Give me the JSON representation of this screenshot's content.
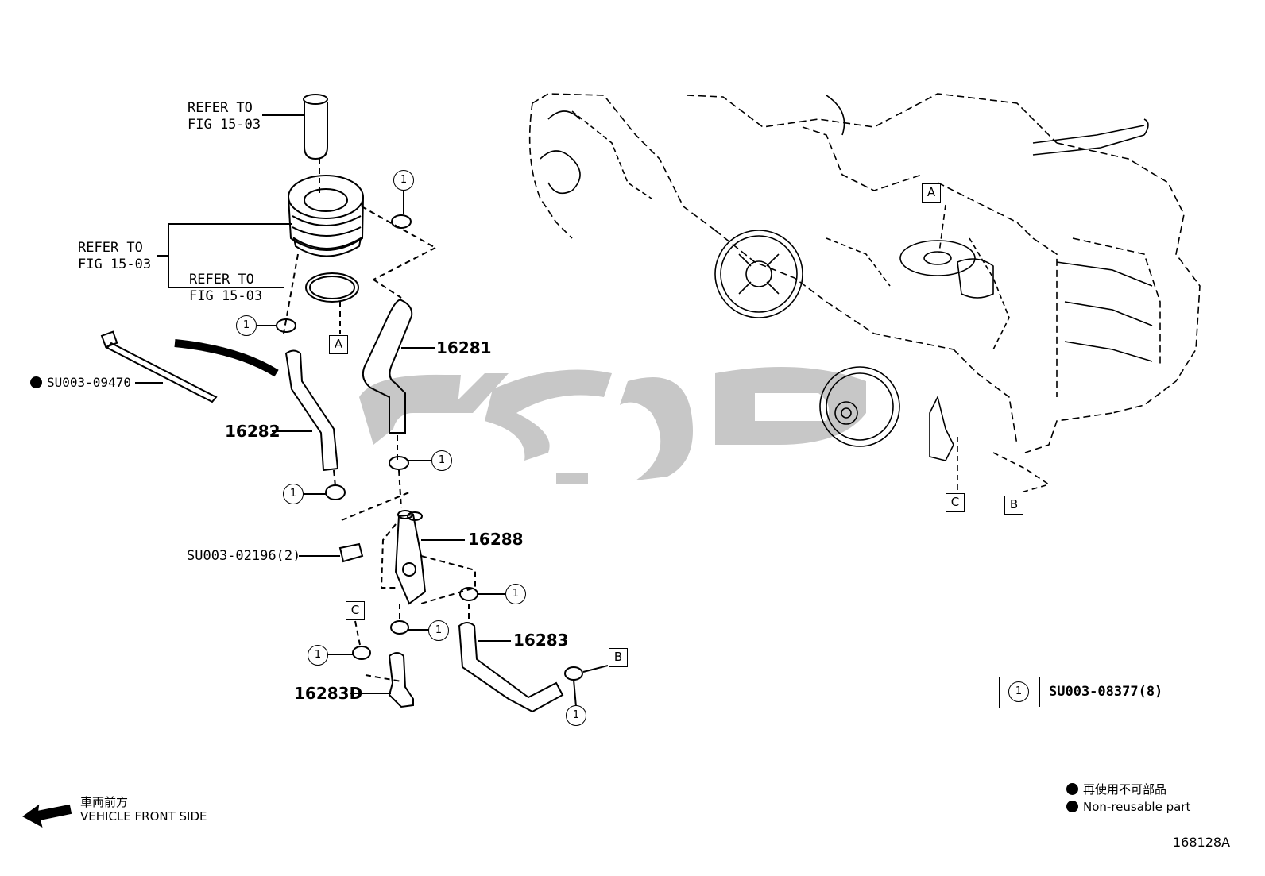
{
  "refer_top": "REFER TO\nFIG 15-03",
  "refer_left": "REFER TO\nFIG 15-03",
  "refer_mid": "REFER TO\nFIG 15-03",
  "clip_part": "SU003-09470",
  "bolt_part": "SU003-02196(2)",
  "parts": [
    "16281",
    "16282",
    "16288",
    "16283",
    "16283D"
  ],
  "markers": {
    "a": "A",
    "b": "B",
    "c": "C"
  },
  "clamp_num": "1",
  "legend": {
    "num": "1",
    "part": "SU003-08377(8)"
  },
  "front": {
    "jp": "車両前方",
    "en": "VEHICLE FRONT SIDE"
  },
  "nonreuse": {
    "jp": "再使用不可部品",
    "en": "Non-reusable part"
  },
  "fig_id": "168128A"
}
